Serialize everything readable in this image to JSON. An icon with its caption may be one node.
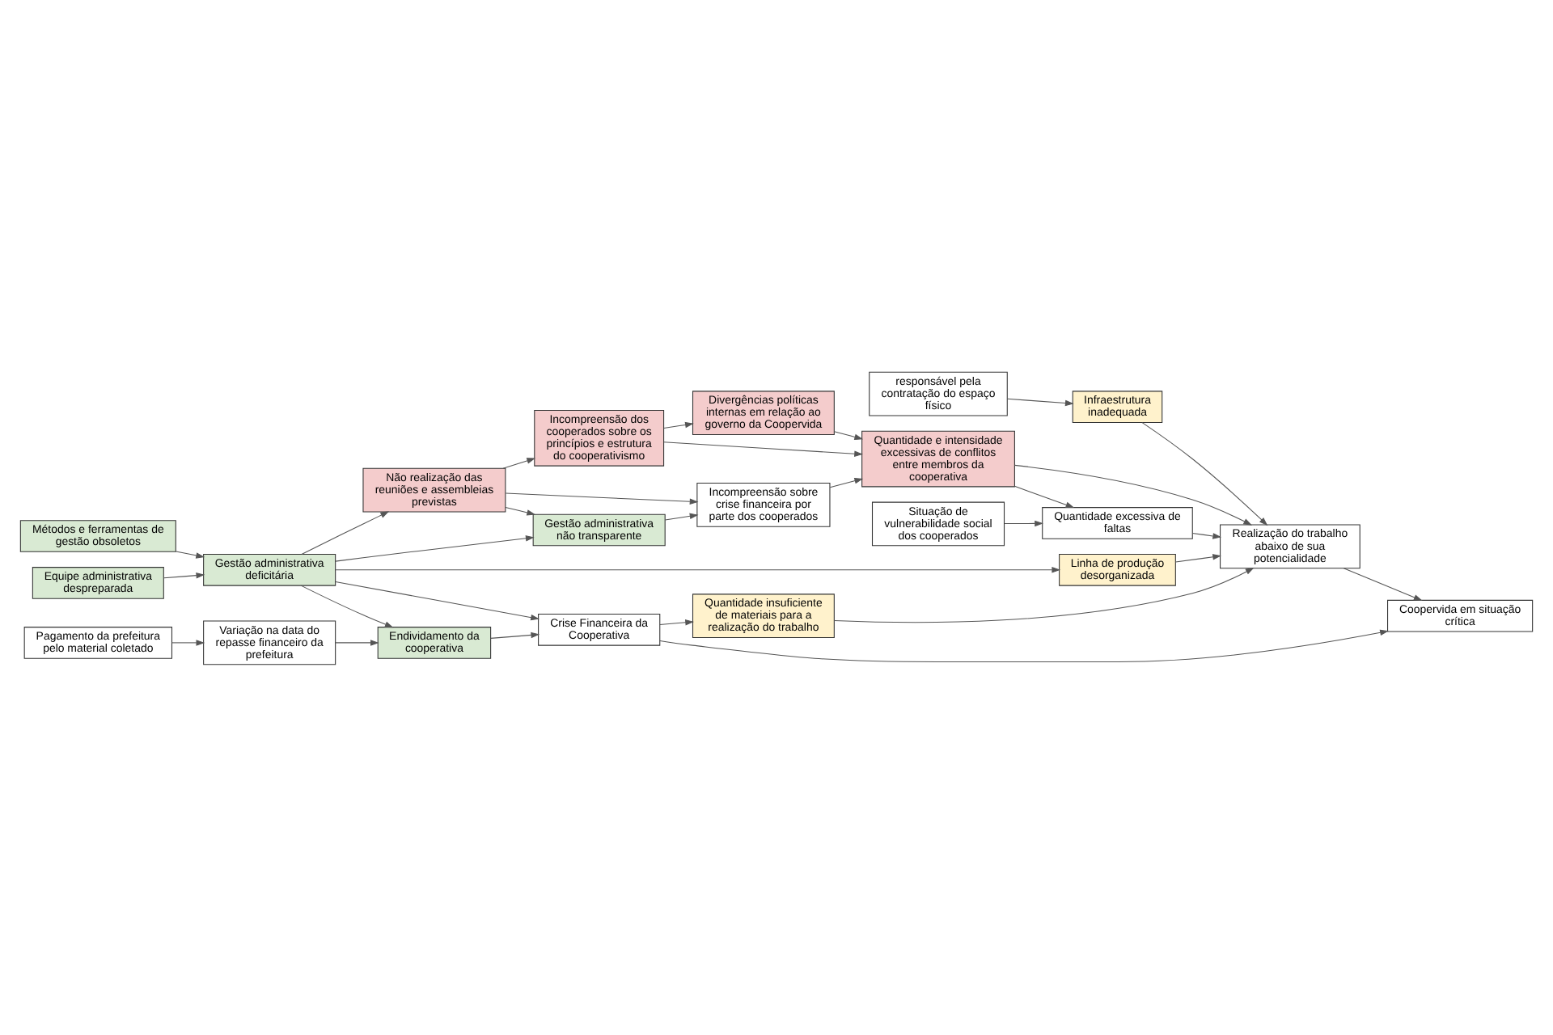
{
  "diagram": {
    "nodes": [
      {
        "text": [
          "Situação de vulnerabilidade social dos cooperados"
        ]
      },
      {
        "text": [
          "responsável pela contratação do espaço físico"
        ]
      },
      {
        "text": [
          "Infraestrutura inadequada"
        ]
      },
      {
        "text": [
          "Divergências políticas internas em relação ao governo da Coopervida"
        ]
      },
      {
        "text": [
          "Quantidade e intensidade excessivas de conflitos entre membros da cooperativa"
        ]
      },
      {
        "text": [
          "Quantidade excessiva de faltas"
        ]
      },
      {
        "text": [
          "Incompreensão dos cooperados sobre os princípios e estrutura do cooperativismo"
        ]
      },
      {
        "text": [
          "Incompreensão sobre crise financeira por parte dos cooperados"
        ]
      },
      {
        "text": [
          "Realização do trabalho abaixo de sua potencialidade"
        ]
      },
      {
        "text": [
          "Coopervida em situação crítica"
        ]
      },
      {
        "text": [
          "Não realização das reuniões e assembleias previstas"
        ]
      },
      {
        "text": [
          "Gestão administrativa não transparente"
        ]
      },
      {
        "text": [
          "Linha de produção desorganizada"
        ]
      },
      {
        "text": [
          "Quantidade insuficiente de materiais para a realização do trabalho"
        ]
      },
      {
        "text": [
          "Métodos e ferramentas de gestão obsoletos"
        ]
      },
      {
        "text": [
          "Gestão administrativa deficitária"
        ]
      },
      {
        "text": [
          "Crise Financeira da Cooperativa"
        ]
      },
      {
        "text": [
          "Equipe administrativa despreparada"
        ]
      },
      {
        "text": [
          "Pagamento da prefeitura pelo material coletado"
        ]
      },
      {
        "text": [
          "Variação na data do repasse financeiro da prefeitura"
        ]
      },
      {
        "text": [
          "Endividamento da cooperativa"
        ]
      }
    ],
    "edges": [
      {
        "from": 1,
        "to": 2,
        "arrow": "to"
      },
      {
        "from": 0,
        "to": 5,
        "arrow": "to"
      },
      {
        "from": 3,
        "to": 4,
        "arrow": "to"
      },
      {
        "from": 4,
        "to": 5,
        "arrow": "to"
      },
      {
        "from": 4,
        "to": 8,
        "arrow": "to"
      },
      {
        "from": 2,
        "to": 8,
        "arrow": "to"
      },
      {
        "from": 5,
        "to": 8,
        "arrow": "to"
      },
      {
        "from": 6,
        "to": 3,
        "arrow": "to"
      },
      {
        "from": 6,
        "to": 4,
        "arrow": "to"
      },
      {
        "from": 10,
        "to": 6,
        "arrow": "to"
      },
      {
        "from": 10,
        "to": 7,
        "arrow": "to"
      },
      {
        "from": 7,
        "to": 4,
        "arrow": "to"
      },
      {
        "from": 10,
        "to": 11,
        "arrow": "to"
      },
      {
        "from": 11,
        "to": 7,
        "arrow": "to"
      },
      {
        "from": 15,
        "to": 10,
        "arrow": "to"
      },
      {
        "from": 15,
        "to": 11,
        "arrow": "to"
      },
      {
        "from": 15,
        "to": 12,
        "arrow": "to"
      },
      {
        "from": 12,
        "to": 8,
        "arrow": "to"
      },
      {
        "from": 14,
        "to": 15,
        "arrow": "to"
      },
      {
        "from": 17,
        "to": 15,
        "arrow": "to"
      },
      {
        "from": 15,
        "to": 16,
        "arrow": "to"
      },
      {
        "from": 15,
        "to": 20,
        "arrow": "to"
      },
      {
        "from": 13,
        "to": 8,
        "arrow": "to"
      },
      {
        "from": 16,
        "to": 13,
        "arrow": "to"
      },
      {
        "from": 16,
        "to": 9,
        "arrow": "to"
      },
      {
        "from": 8,
        "to": 9,
        "arrow": "to"
      },
      {
        "from": 18,
        "to": 19,
        "arrow": "to"
      },
      {
        "from": 19,
        "to": 20,
        "arrow": "to"
      },
      {
        "from": 20,
        "to": 16,
        "arrow": "to"
      }
    ]
  }
}
